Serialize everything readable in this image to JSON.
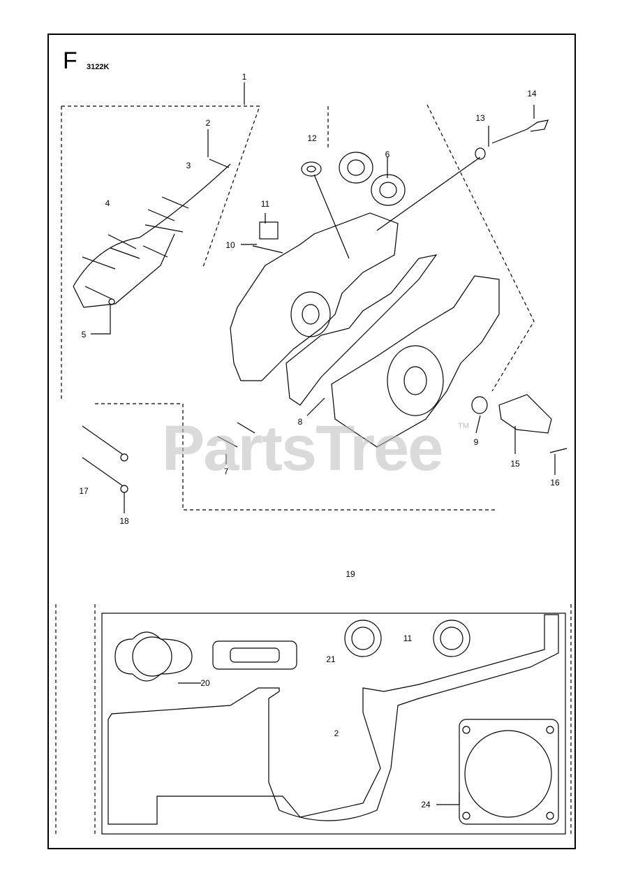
{
  "header": {
    "section_letter": "F",
    "diagram_code": "3122K"
  },
  "watermark": {
    "text": "PartsTree",
    "trademark": "TM"
  },
  "callouts": {
    "c1": "1",
    "c2": "2",
    "c3": "3",
    "c4": "4",
    "c5": "5",
    "c6": "6",
    "c7": "7",
    "c8": "8",
    "c9": "9",
    "c10": "10",
    "c11": "11",
    "c12": "12",
    "c13": "13",
    "c14": "14",
    "c15": "15",
    "c16": "16",
    "c17": "17",
    "c18": "18",
    "c19": "19",
    "c20": "20",
    "c21": "21",
    "c11b": "11",
    "c2b": "2",
    "c24": "24"
  },
  "colors": {
    "line": "#000000",
    "watermark": "#bdbdbd"
  }
}
